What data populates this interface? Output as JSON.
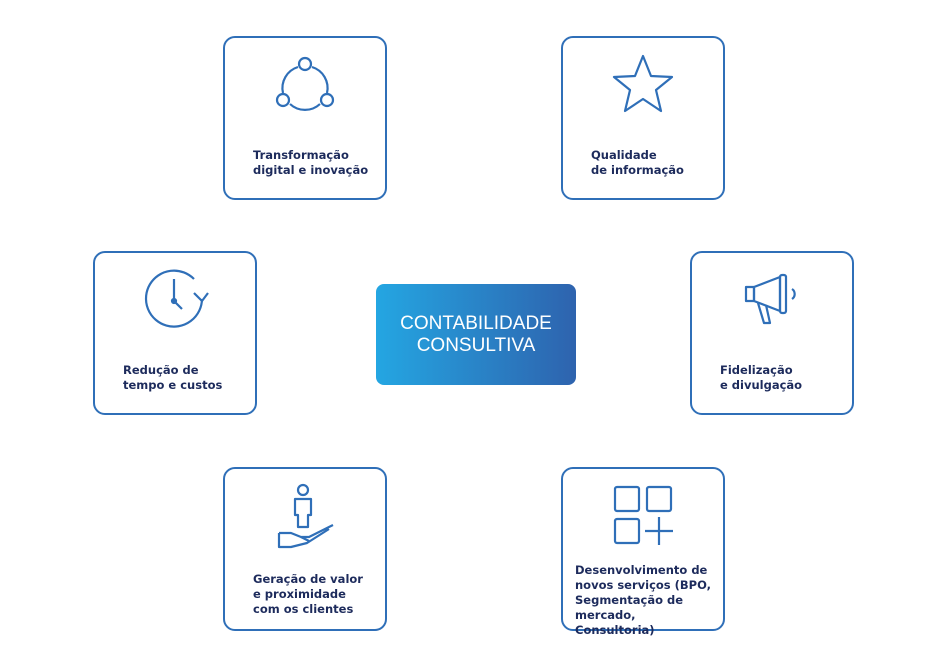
{
  "center": {
    "line1": "CONTABILIDADE",
    "line2": "CONSULTIVA"
  },
  "cards": [
    {
      "icon": "share-cycle-icon",
      "lines": [
        "Transformação",
        "digital e inovação"
      ]
    },
    {
      "icon": "star-icon",
      "lines": [
        "Qualidade",
        "de informação"
      ]
    },
    {
      "icon": "clock-icon",
      "lines": [
        "Redução de",
        "tempo e custos"
      ]
    },
    {
      "icon": "megaphone-icon",
      "lines": [
        "Fidelização",
        "e divulgação"
      ]
    },
    {
      "icon": "hand-person-icon",
      "lines": [
        "Geração de valor",
        "e proximidade",
        "com os clientes"
      ]
    },
    {
      "icon": "apps-add-icon",
      "lines": [
        "Desenvolvimento de",
        "novos serviços (BPO,",
        "Segmentação de",
        "mercado, Consultoria)"
      ]
    }
  ],
  "colors": {
    "border": "#2f6fb8",
    "text": "#1d2b5c",
    "gradient_start": "#24a6e2",
    "gradient_end": "#2e63ae"
  }
}
